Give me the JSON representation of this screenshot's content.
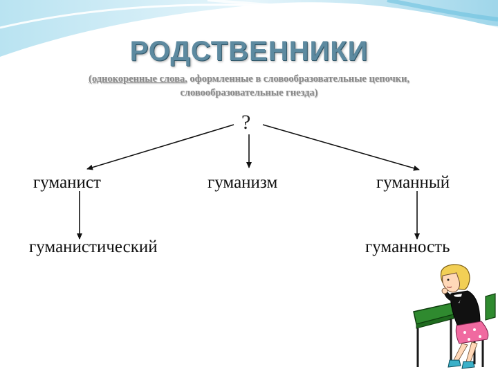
{
  "title": "РОДСТВЕННИКИ",
  "subtitle": {
    "underlined": "(однокоренные слова",
    "rest_line1": ", оформленные в словообразовательные цепочки,",
    "line2": "словообразовательные гнезда)"
  },
  "root_symbol": "?",
  "words": {
    "left": "гуманист",
    "center": "гуманизм",
    "right": "гуманный",
    "left_child": "гуманистический",
    "right_child": "гуманность"
  },
  "colors": {
    "title": "#5d8aa0",
    "subtitle": "#8a8a8a",
    "swoosh": "#8fd0e8"
  },
  "illustration": "girl-thinking-at-desk"
}
